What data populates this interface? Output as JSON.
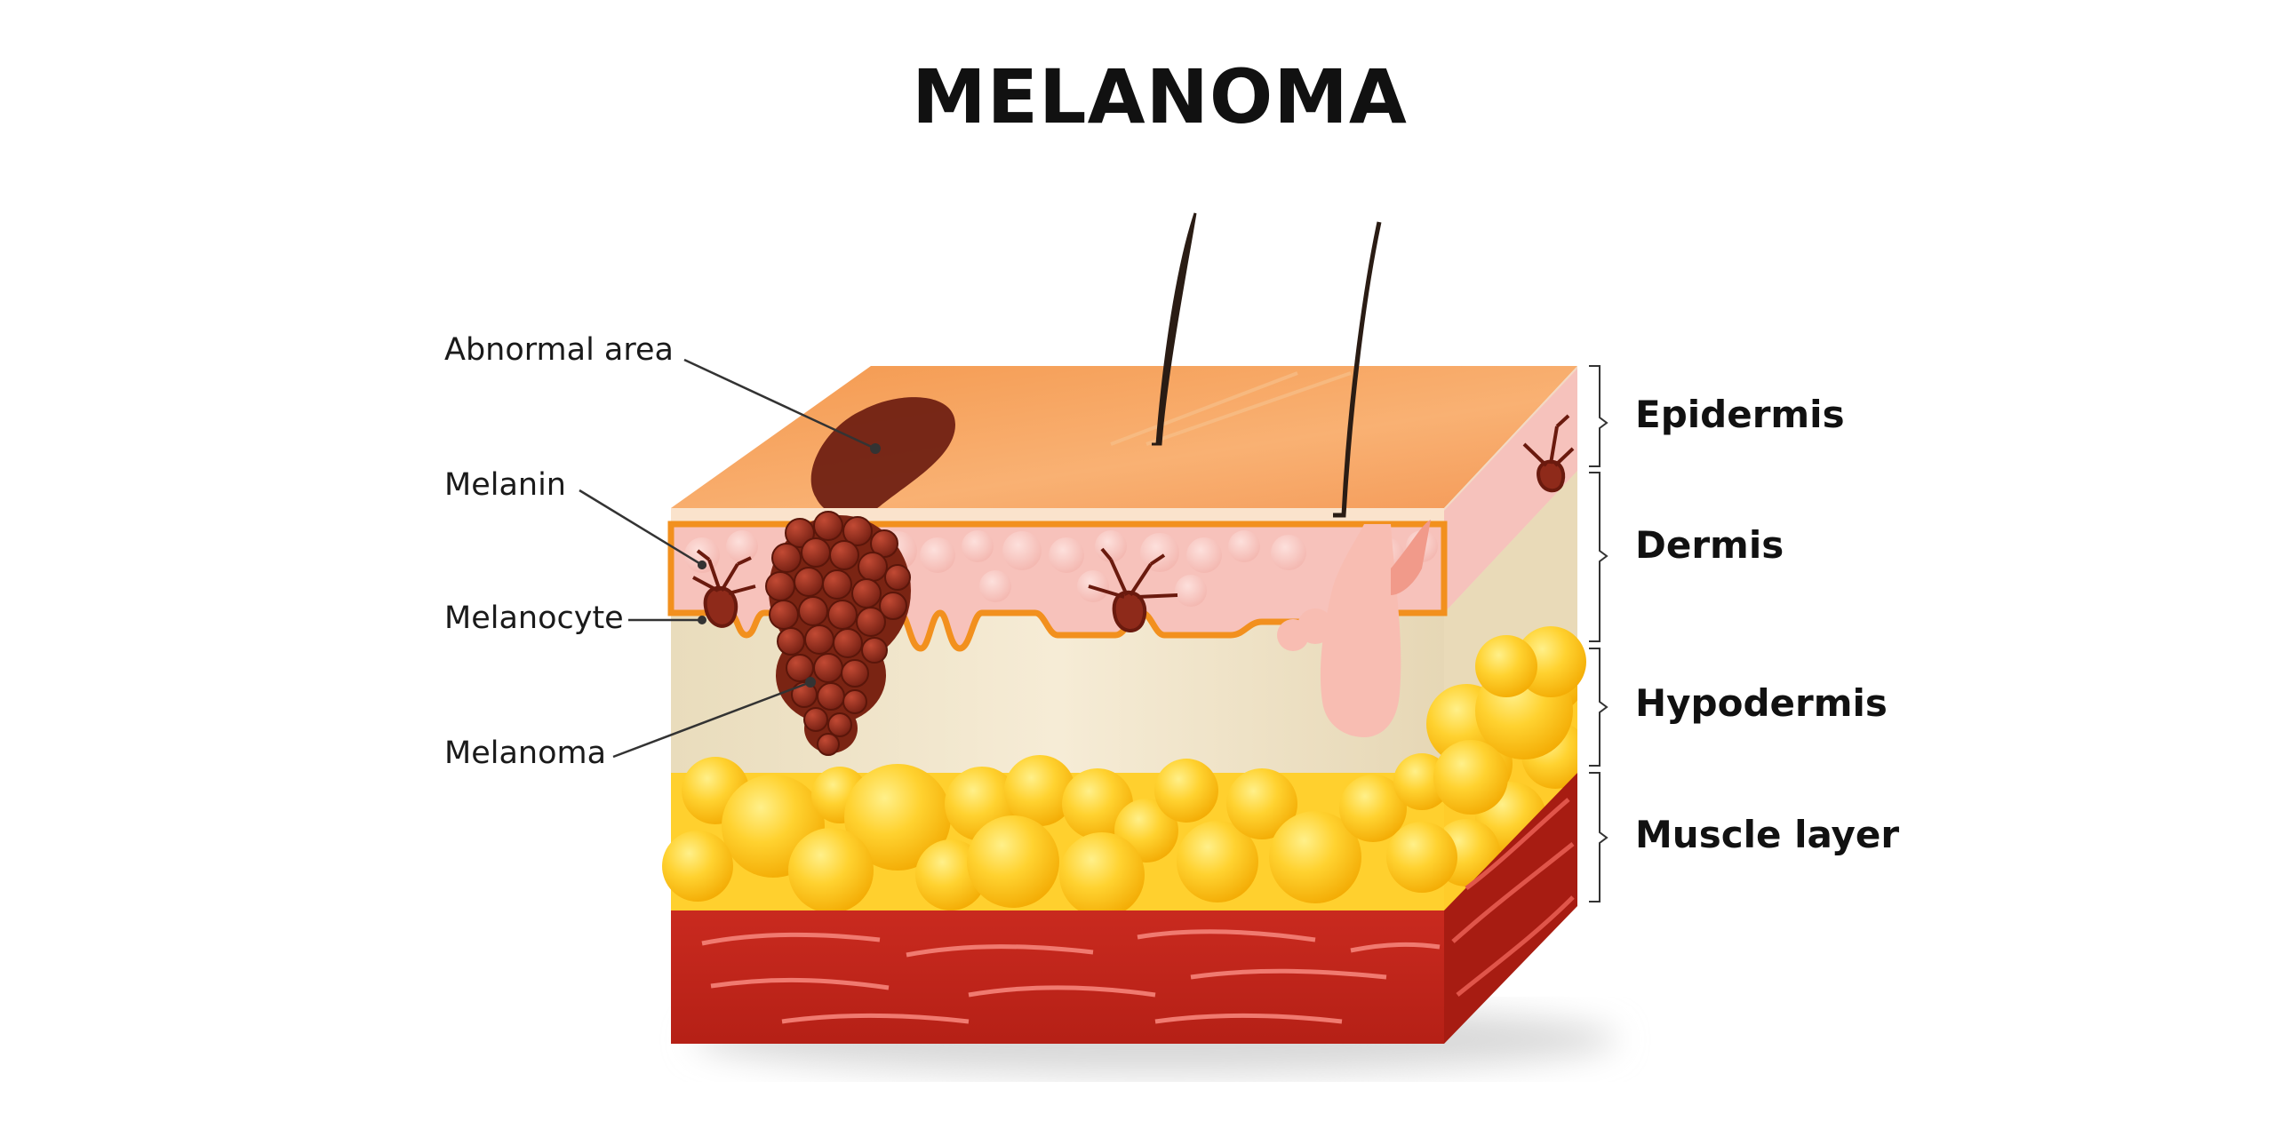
{
  "title": "MELANOMA",
  "left_labels": {
    "abnormal_area": "Abnormal area",
    "melanin": "Melanin",
    "melanocyte": "Melanocyte",
    "melanoma": "Melanoma"
  },
  "right_labels": {
    "epidermis": "Epidermis",
    "dermis": "Dermis",
    "hypodermis": "Hypodermis",
    "muscle_layer": "Muscle layer"
  },
  "colors": {
    "epidermis_top": "#f6a265",
    "epidermis_edge": "#f9c69a",
    "dermis": "#f8c6c0",
    "hypodermis": "#efe2c6",
    "fat": "#ffc81e",
    "fat_highlight": "#ffe46a",
    "muscle": "#c8281e",
    "muscle_stripe": "#f07a70",
    "melanoma": "#8e2a1a",
    "hair": "#2a1c14",
    "follicle": "#f7b8b0"
  }
}
